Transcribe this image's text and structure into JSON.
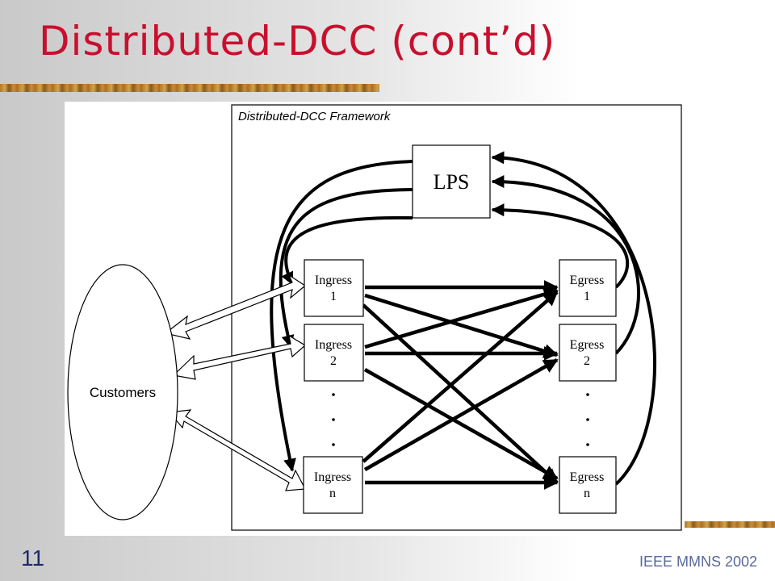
{
  "slide": {
    "title": "Distributed-DCC (cont’d)",
    "number": "11",
    "footer": "IEEE MMNS 2002"
  },
  "diagram": {
    "framework_label": "Distributed-DCC Framework",
    "lps_label": "LPS",
    "customers_label": "Customers",
    "ingress": [
      {
        "line1": "Ingress",
        "line2": "1"
      },
      {
        "line1": "Ingress",
        "line2": "2"
      },
      {
        "line1": "Ingress",
        "line2": "n"
      }
    ],
    "egress": [
      {
        "line1": "Egress",
        "line2": "1"
      },
      {
        "line1": "Egress",
        "line2": "2"
      },
      {
        "line1": "Egress",
        "line2": "n"
      }
    ]
  }
}
